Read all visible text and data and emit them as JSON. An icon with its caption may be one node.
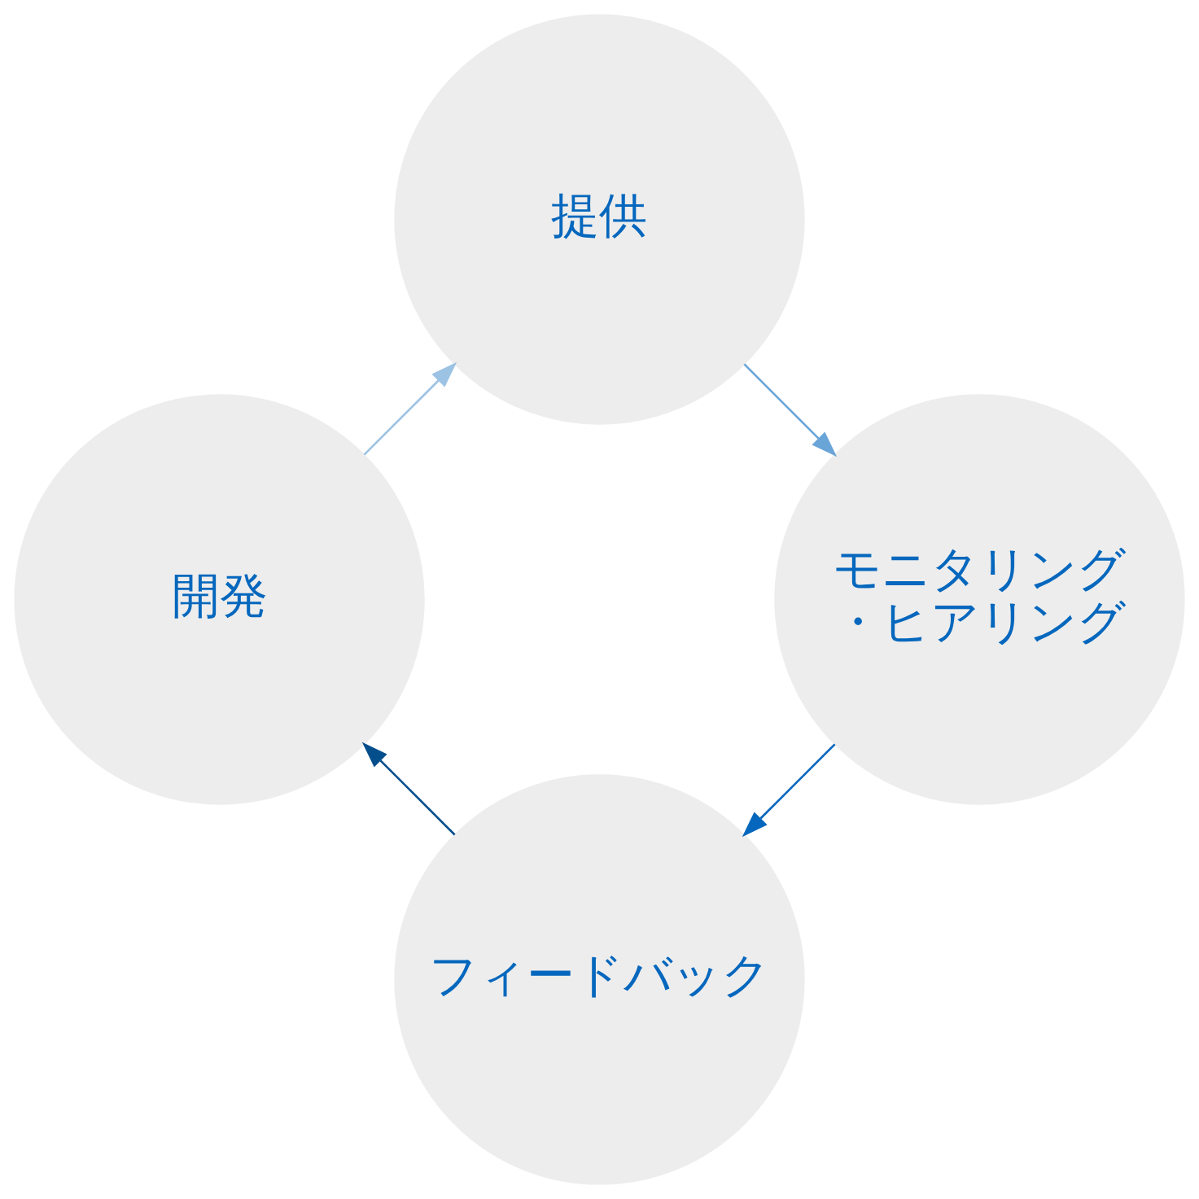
{
  "diagram": {
    "nodes": [
      {
        "text": [
          "フィードバック"
        ]
      },
      {
        "text": [
          "開発"
        ]
      },
      {
        "text": [
          "モニタリング・ヒアリング"
        ]
      },
      {
        "text": [
          "提供"
        ]
      }
    ],
    "edges": [
      {
        "from": 0,
        "to": 1,
        "arrow": "to",
        "color": "#044e8c"
      },
      {
        "from": 1,
        "to": 3,
        "arrow": "to",
        "color": "#9dc3e4"
      },
      {
        "from": 3,
        "to": 2,
        "arrow": "to",
        "color": "#6aa5d8"
      },
      {
        "from": 2,
        "to": 0,
        "arrow": "to",
        "color": "#0567bd"
      }
    ]
  }
}
